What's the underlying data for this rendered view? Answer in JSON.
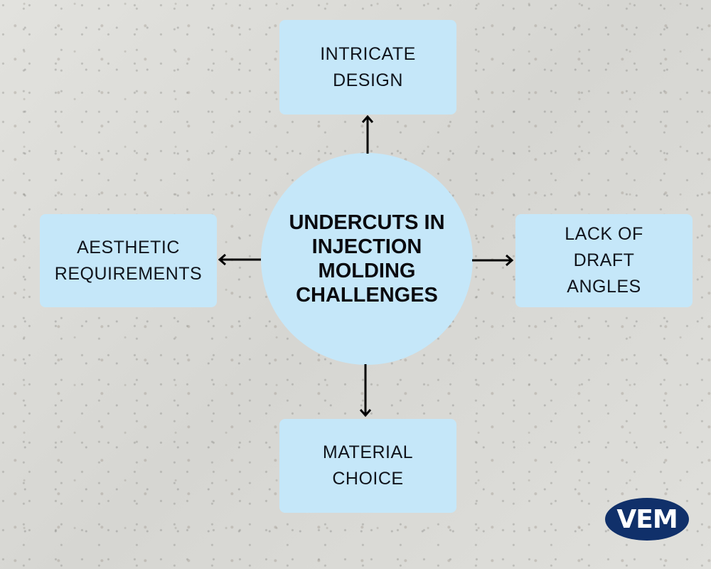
{
  "diagram": {
    "center": {
      "lines": [
        "UNDERCUTS IN",
        "INJECTION",
        "MOLDING",
        "CHALLENGES"
      ]
    },
    "nodes": {
      "top": {
        "lines": [
          "INTRICATE",
          "DESIGN"
        ]
      },
      "left": {
        "lines": [
          "AESTHETIC",
          "REQUIREMENTS"
        ]
      },
      "right": {
        "lines": [
          "LACK OF",
          "DRAFT",
          "ANGLES"
        ]
      },
      "bottom": {
        "lines": [
          "MATERIAL",
          "CHOICE"
        ]
      }
    },
    "edges": [
      {
        "from": "center",
        "to": "top"
      },
      {
        "from": "center",
        "to": "left"
      },
      {
        "from": "center",
        "to": "right"
      },
      {
        "from": "center",
        "to": "bottom"
      }
    ]
  },
  "logo": {
    "text": "VEM"
  },
  "colors": {
    "box_fill": "#c5e7f9",
    "arrow": "#000000",
    "logo_bg": "#10306a"
  }
}
